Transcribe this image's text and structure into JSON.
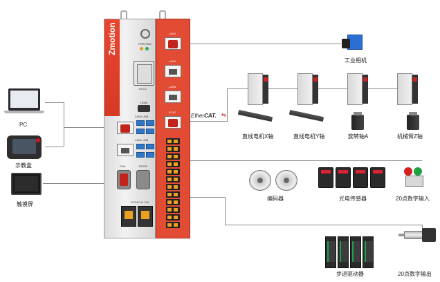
{
  "controller": {
    "brand": "Zmotion",
    "port_labels": {
      "lan3": "LAN3",
      "lan4": "LAN4",
      "lan5": "LAN5",
      "ecat": "ECAT",
      "pwr_hdd": "PWR HDD",
      "dvi": "DVI-D",
      "hdmi": "HDMI",
      "lan2_usb": "LAN2 USB",
      "lan1_usb": "LAN1 USB",
      "can": "CAN",
      "rs232": "RS232",
      "dc24v": "DC24V  IO 24V"
    }
  },
  "protocol": {
    "name_regular": "Ether",
    "name_bold": "CAT.",
    "arrow": "⇆"
  },
  "devices": {
    "pc": "PC",
    "teach_pendant": "示教盒",
    "touch_screen": "触摸屏",
    "industrial_camera": "工业相机",
    "linear_x": "直线电机X轴",
    "linear_y": "直线电机Y轴",
    "rotary_a": "旋转轴A",
    "arm_z": "机械臂Z轴",
    "encoder": "编码器",
    "photo_sensor": "光电传感器",
    "digital_input": "20点数字输入",
    "stepper_driver": "步进驱动器",
    "digital_output": "20点数字输出"
  },
  "icons": {
    "pc": "laptop-icon",
    "teach_pendant": "teach-pendant-icon",
    "touch_screen": "touch-screen-icon",
    "industrial_camera": "camera-icon",
    "servo_drive": "servo-drive-icon",
    "linear_rail": "linear-rail-icon",
    "servo_motor": "servo-motor-icon",
    "encoder": "encoder-icon",
    "photo_sensor": "photo-sensor-icon",
    "push_button": "push-button-icon",
    "stepper_driver": "stepper-driver-icon",
    "pneumatic_cylinder": "pneumatic-cylinder-icon"
  },
  "colors": {
    "brand_red": "#e24b34",
    "connector_line": "#8a8a8a",
    "usb_blue": "#2f78c9",
    "camera_blue": "#2a6fd1"
  }
}
